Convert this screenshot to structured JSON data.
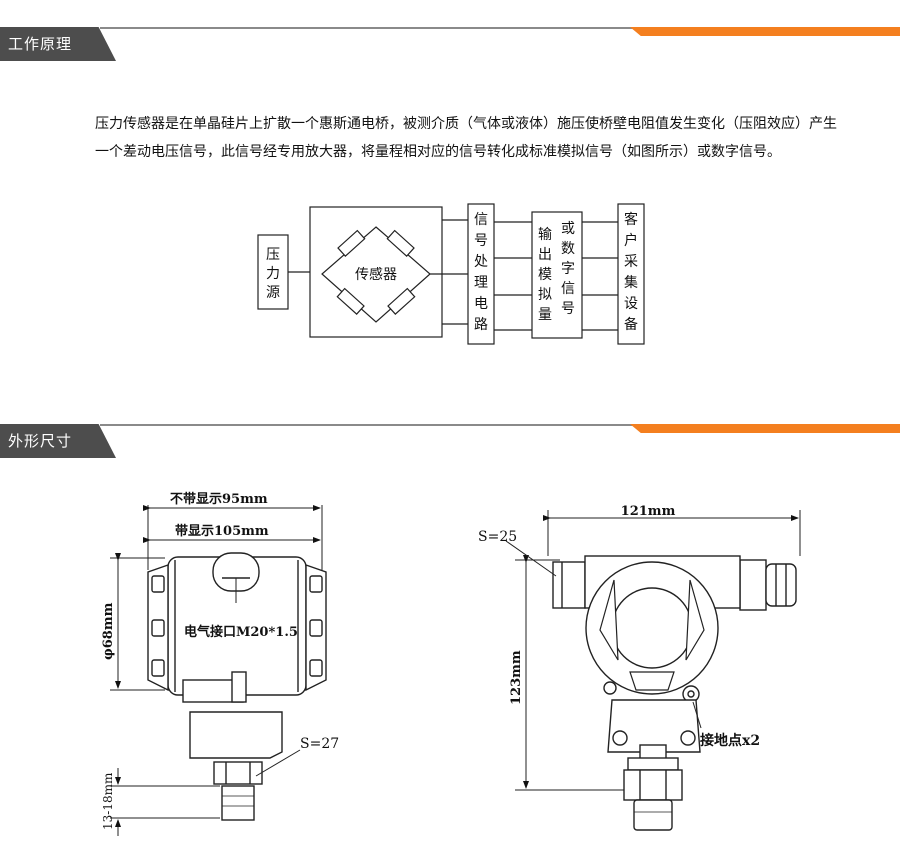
{
  "sections": {
    "principle_title": "工作原理",
    "dimensions_title": "外形尺寸"
  },
  "intro": {
    "paragraph": "压力传感器是在单晶硅片上扩散一个惠斯通电桥，被测介质（气体或液体）施压使桥壁电阻值发生变化（压阻效应）产生一个差动电压信号，此信号经专用放大器，将量程相对应的信号转化成标准模拟信号（如图所示）或数字信号。"
  },
  "flow": {
    "pressure_source": [
      "压",
      "力",
      "源"
    ],
    "sensor": "传感器",
    "signal_circuit": [
      "信",
      "号",
      "处",
      "理",
      "电",
      "路"
    ],
    "output_left": [
      "输",
      "出",
      "模",
      "拟",
      "量"
    ],
    "output_right": [
      "或",
      "数",
      "字",
      "信",
      "号"
    ],
    "customer": [
      "客",
      "户",
      "采",
      "集",
      "设",
      "备"
    ]
  },
  "left_drawing": {
    "width_no_display": "不带显示95mm",
    "width_with_display": "带显示105mm",
    "diameter": "φ68mm",
    "electrical_port": "电气接口M20*1.5",
    "wrench_size": "S=27",
    "thread_length": "13-18mm"
  },
  "right_drawing": {
    "width": "121mm",
    "wrench_size": "S=25",
    "height": "123mm",
    "ground": "接地点x2"
  }
}
